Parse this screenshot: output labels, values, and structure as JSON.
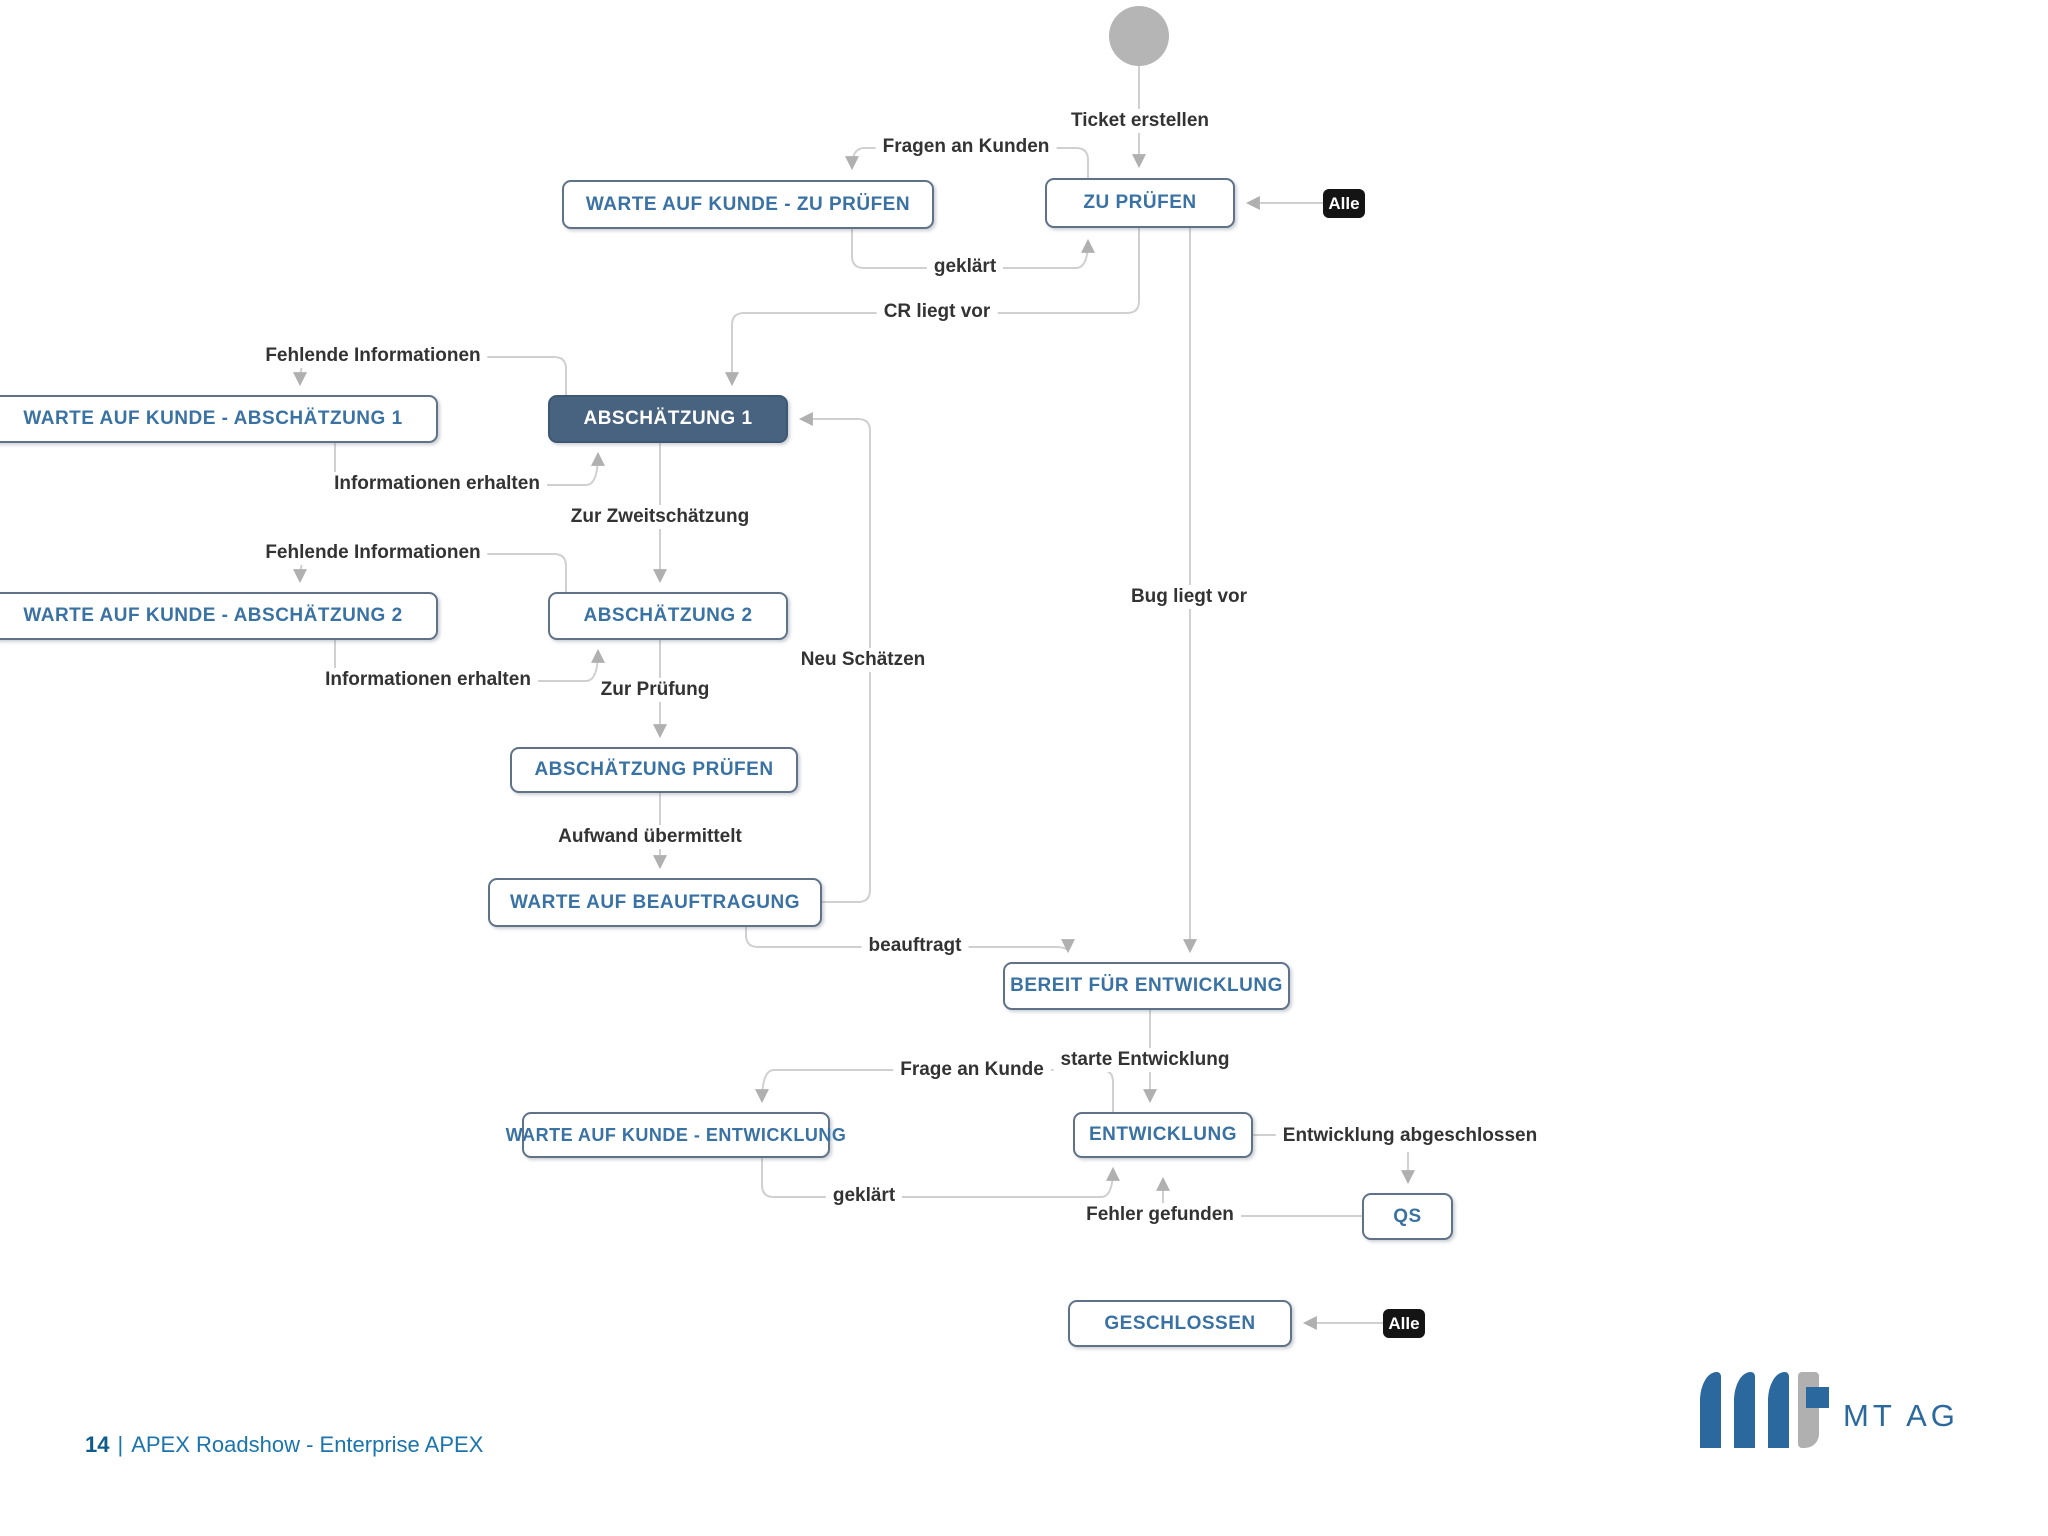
{
  "states": {
    "warte_zu_pruefen": {
      "label": "WARTE AUF KUNDE - ZU PRÜFEN"
    },
    "zu_pruefen": {
      "label": "ZU PRÜFEN"
    },
    "warte_abschaetzung_1": {
      "label": "WARTE AUF KUNDE - ABSCHÄTZUNG 1"
    },
    "abschaetzung_1": {
      "label": "ABSCHÄTZUNG 1"
    },
    "warte_abschaetzung_2": {
      "label": "WARTE AUF KUNDE - ABSCHÄTZUNG 2"
    },
    "abschaetzung_2": {
      "label": "ABSCHÄTZUNG 2"
    },
    "abschaetzung_pruefen": {
      "label": "ABSCHÄTZUNG PRÜFEN"
    },
    "warte_beauftragung": {
      "label": "WARTE AUF BEAUFTRAGUNG"
    },
    "bereit_fuer_entwicklung": {
      "label": "BEREIT FÜR ENTWICKLUNG"
    },
    "warte_entwicklung": {
      "label": "WARTE AUF KUNDE - ENTWICKLUNG"
    },
    "entwicklung": {
      "label": "ENTWICKLUNG"
    },
    "qs": {
      "label": "QS"
    },
    "geschlossen": {
      "label": "GESCHLOSSEN"
    }
  },
  "transitions": {
    "ticket_erstellen": "Ticket erstellen",
    "fragen_an_kunden": "Fragen an Kunden",
    "geklaert_1": "geklärt",
    "cr_liegt_vor": "CR liegt vor",
    "bug_liegt_vor": "Bug liegt vor",
    "fehlende_informationen_1": "Fehlende Informationen",
    "informationen_erhalten_1": "Informationen erhalten",
    "zur_zweitschaetzung": "Zur Zweitschätzung",
    "fehlende_informationen_2": "Fehlende Informationen",
    "informationen_erhalten_2": "Informationen erhalten",
    "zur_pruefung": "Zur Prüfung",
    "neu_schaetzen": "Neu Schätzen",
    "aufwand_uebermittelt": "Aufwand übermittelt",
    "beauftragt": "beauftragt",
    "starte_entwicklung": "starte Entwicklung",
    "frage_an_kunde": "Frage an Kunde",
    "geklaert_2": "geklärt",
    "entwicklung_abgeschlossen": "Entwicklung abgeschlossen",
    "fehler_gefunden": "Fehler gefunden"
  },
  "badges": {
    "alle_zu_pruefen": "Alle",
    "alle_geschlossen": "Alle"
  },
  "footer": {
    "page_number": "14",
    "separator": "|",
    "title": "APEX Roadshow - Enterprise APEX"
  },
  "logo": {
    "text": "MT AG"
  },
  "colors": {
    "state_text": "#3a72a4",
    "state_border": "#5f7287",
    "dark_state_fill": "#48637f",
    "line": "#d0d0d0",
    "arrow": "#b0b0b0",
    "badge_bg": "#141414",
    "footer_text": "#1a74ad",
    "logo_blue": "#2a689d",
    "logo_gray": "#b0b0b0"
  }
}
